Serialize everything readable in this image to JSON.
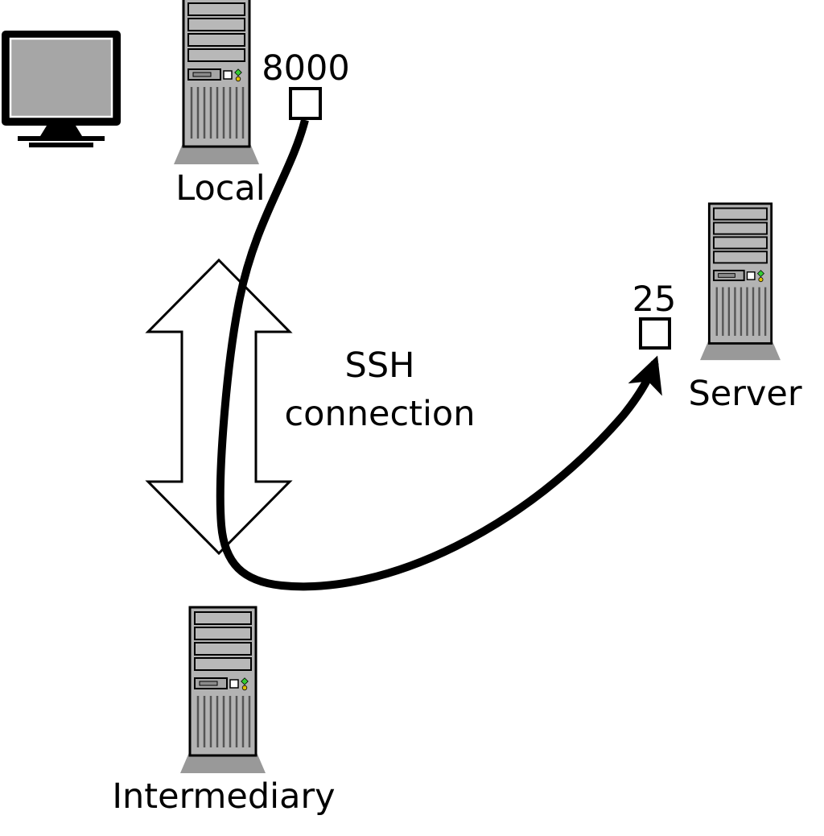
{
  "diagram": {
    "nodes": {
      "local": {
        "label": "Local",
        "port_label": "8000"
      },
      "intermediary": {
        "label": "Intermediary"
      },
      "server": {
        "label": "Server",
        "port_label": "25"
      }
    },
    "connection_label": {
      "line1": "SSH",
      "line2": "connection"
    },
    "icons": {
      "monitor": "crt-monitor-icon",
      "local": "server-tower-icon",
      "intermediary": "server-tower-icon",
      "server": "server-tower-icon",
      "tunnel": "double-headed-arrow-icon",
      "cable": "curved-connection-arrow-icon"
    },
    "colors": {
      "tower_body": "#b3b3b3",
      "tower_base": "#999999",
      "bay_fill": "#b8b8b8",
      "screen": "#a6a6a6",
      "port_fill": "#ffffff",
      "line": "#000000",
      "arrow_fill": "#ffffff"
    }
  }
}
